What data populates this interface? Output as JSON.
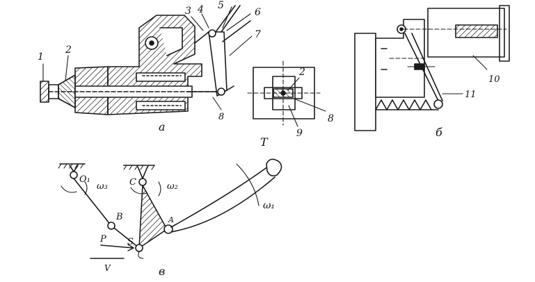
{
  "part_labels": {
    "n1": "1",
    "n2": "2",
    "n3": "3",
    "n4": "4",
    "n5": "5",
    "n6": "6",
    "n7": "7",
    "n8": "8",
    "inset_n2": "2",
    "inset_n8": "8",
    "inset_n9": "9",
    "n10": "10",
    "n11": "11"
  },
  "view_labels": {
    "a": "а",
    "b": "б",
    "v": "в"
  },
  "mechanism_labels": {
    "T": "T",
    "O1": "O₁",
    "omega3": "ω₃",
    "C": "C",
    "omega2": "ω₂",
    "omega1": "ω₁",
    "B": "B",
    "S": "S",
    "A": "A",
    "P": "P",
    "V": "V"
  },
  "colors": {
    "ink": "#1a1a1a",
    "paper": "#ffffff"
  }
}
